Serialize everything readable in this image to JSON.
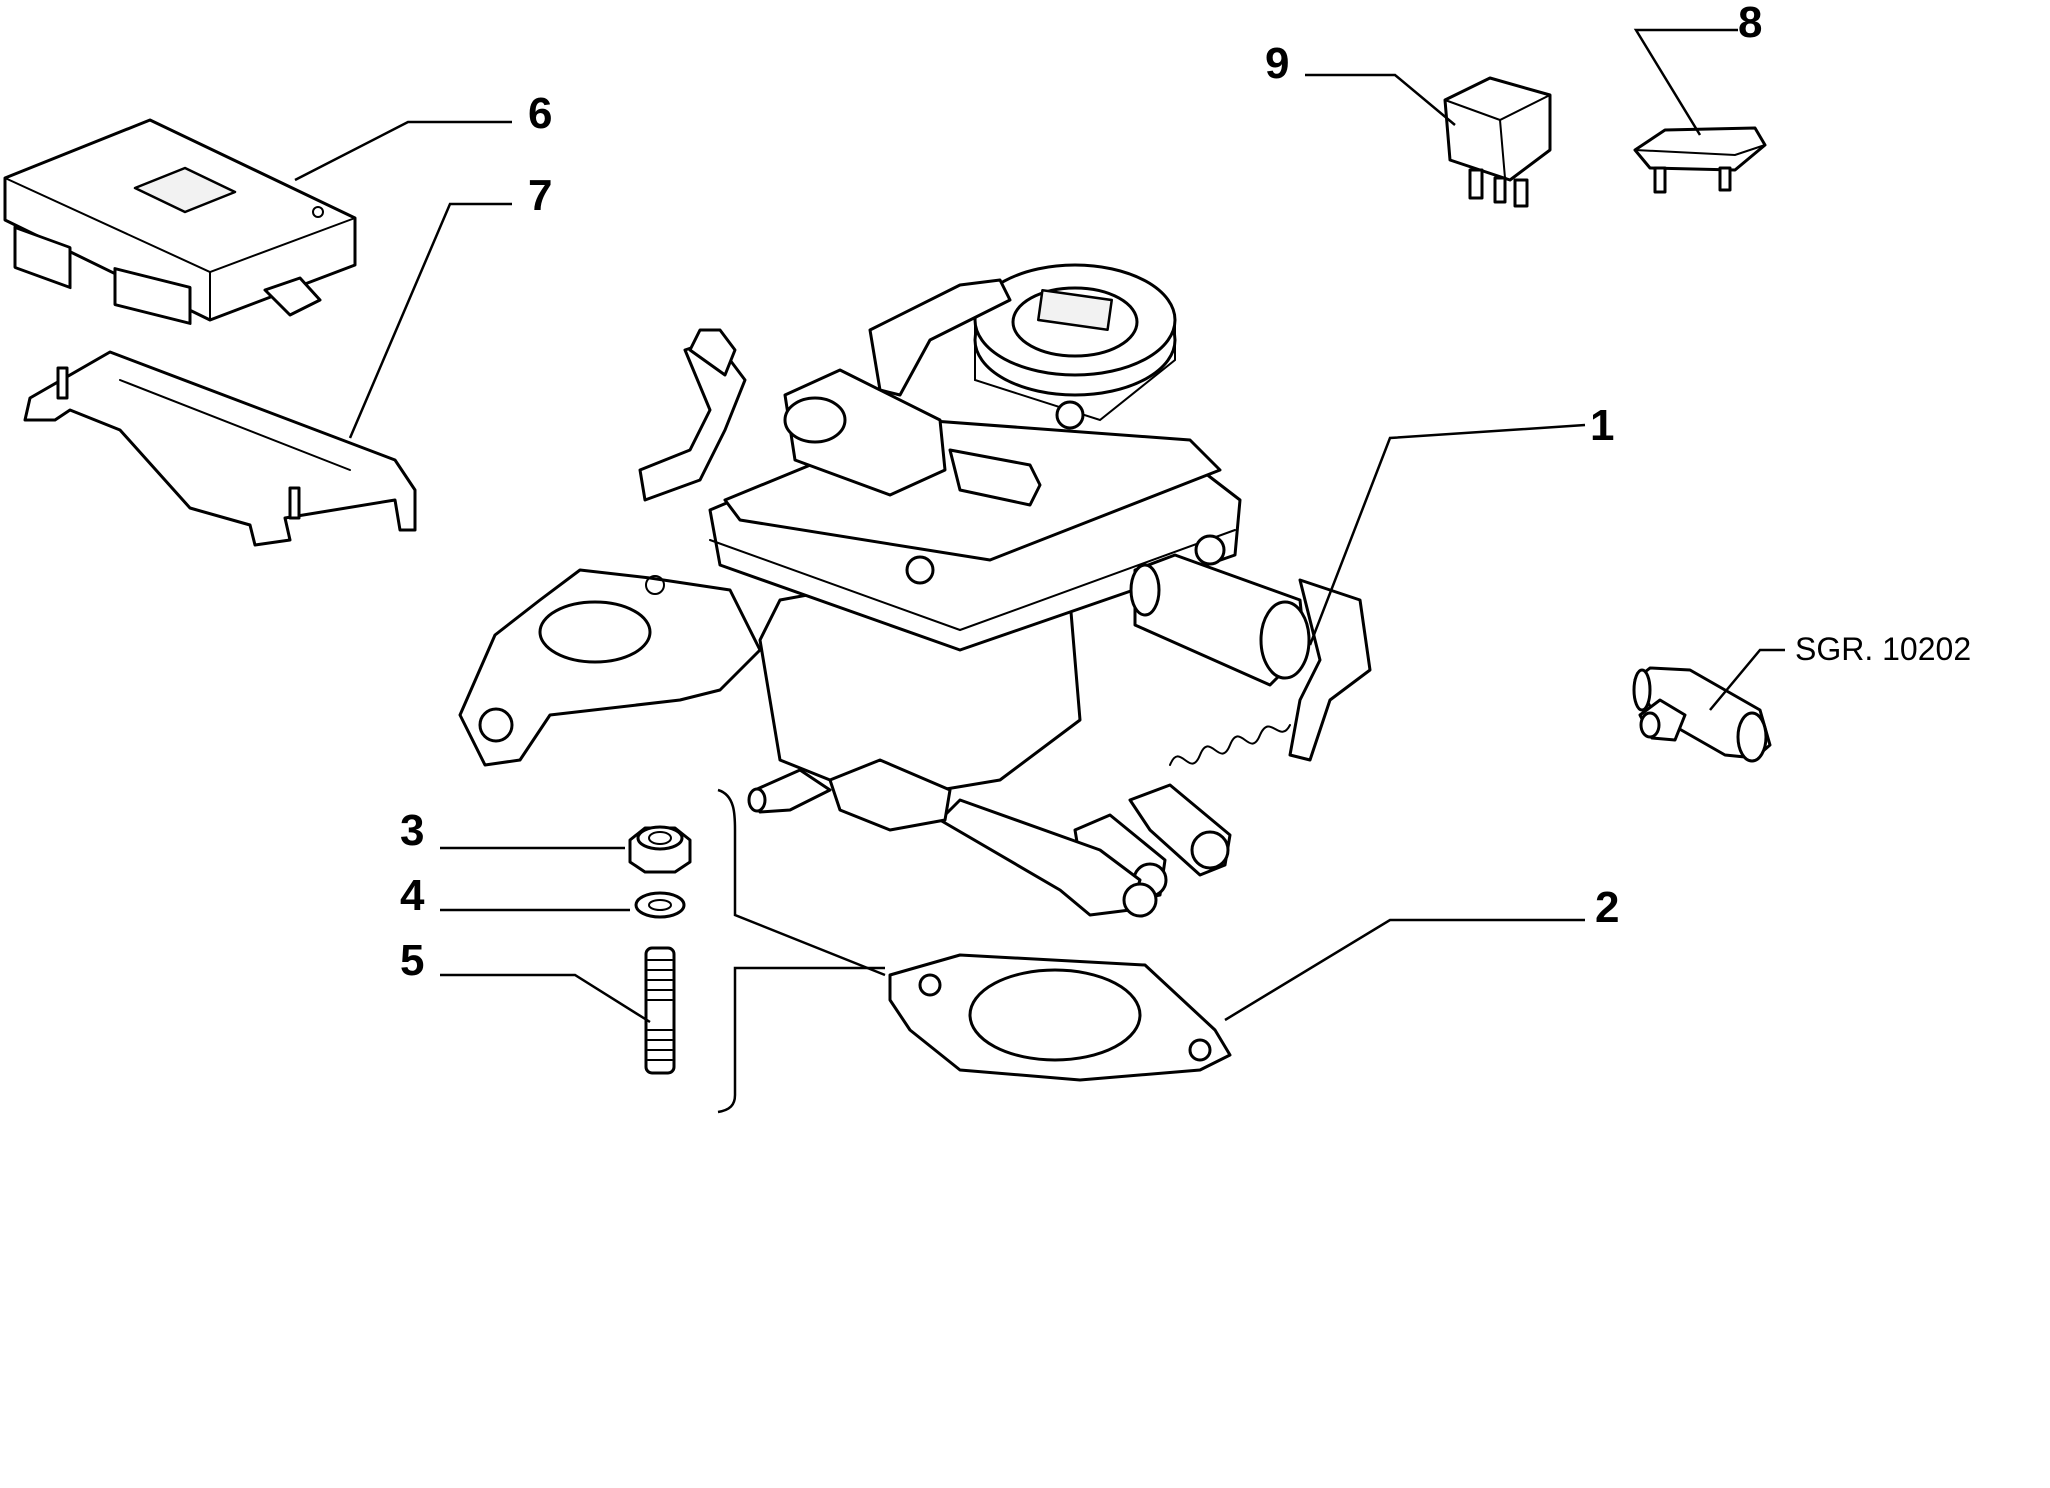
{
  "callouts": [
    {
      "id": "1",
      "label": "1"
    },
    {
      "id": "2",
      "label": "2"
    },
    {
      "id": "3",
      "label": "3"
    },
    {
      "id": "4",
      "label": "4"
    },
    {
      "id": "5",
      "label": "5"
    },
    {
      "id": "6",
      "label": "6"
    },
    {
      "id": "7",
      "label": "7"
    },
    {
      "id": "8",
      "label": "8"
    },
    {
      "id": "9",
      "label": "9"
    }
  ],
  "reference": "SGR. 10202",
  "parts": [
    {
      "callout": "1",
      "name": "carburetor"
    },
    {
      "callout": "2",
      "name": "gasket"
    },
    {
      "callout": "3",
      "name": "nut"
    },
    {
      "callout": "4",
      "name": "washer"
    },
    {
      "callout": "5",
      "name": "stud"
    },
    {
      "callout": "6",
      "name": "control-unit"
    },
    {
      "callout": "7",
      "name": "bracket"
    },
    {
      "callout": "8",
      "name": "cover"
    },
    {
      "callout": "9",
      "name": "relay"
    }
  ]
}
